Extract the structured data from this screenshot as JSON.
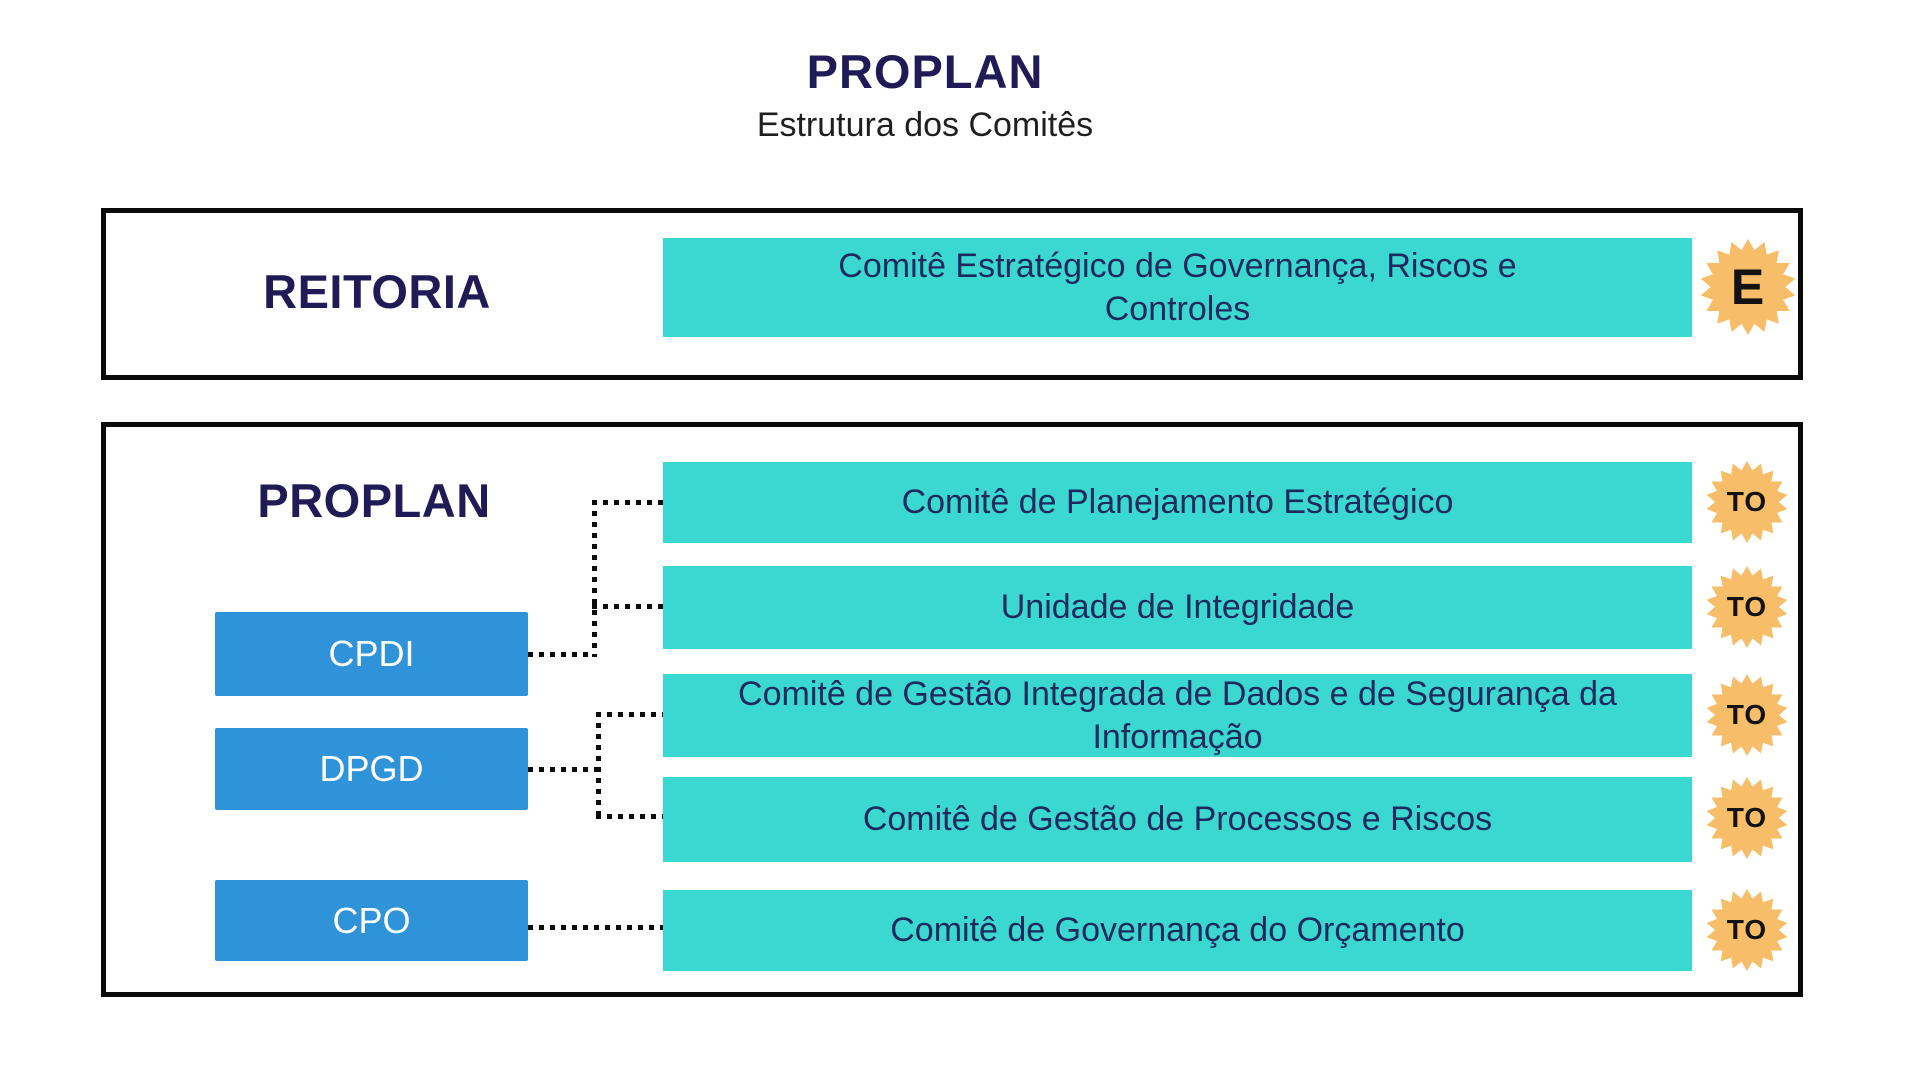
{
  "page": {
    "title": "PROPLAN",
    "subtitle": "Estrutura dos Comitês"
  },
  "colors": {
    "navy": "#201b57",
    "navy_text": "#1e2a5e",
    "teal": "#3bd7d1",
    "blue": "#2e93d8",
    "orange": "#f7bd68",
    "border_black": "#0a0a0a"
  },
  "reitoria_section": {
    "label": "REITORIA",
    "committee": {
      "label": "Comitê Estratégico de Governança, Riscos e Controles",
      "badge": "E"
    }
  },
  "proplan_section": {
    "label": "PROPLAN",
    "units": [
      {
        "label": "CPDI"
      },
      {
        "label": "DPGD"
      },
      {
        "label": "CPO"
      }
    ],
    "committees": [
      {
        "label": "Comitê de Planejamento Estratégico",
        "badge": "TO"
      },
      {
        "label": "Unidade de Integridade",
        "badge": "TO"
      },
      {
        "label": "Comitê de Gestão Integrada de Dados e de Segurança da Informação",
        "badge": "TO"
      },
      {
        "label": "Comitê de Gestão de Processos e Riscos",
        "badge": "TO"
      },
      {
        "label": "Comitê de Governança do Orçamento",
        "badge": "TO"
      }
    ]
  }
}
